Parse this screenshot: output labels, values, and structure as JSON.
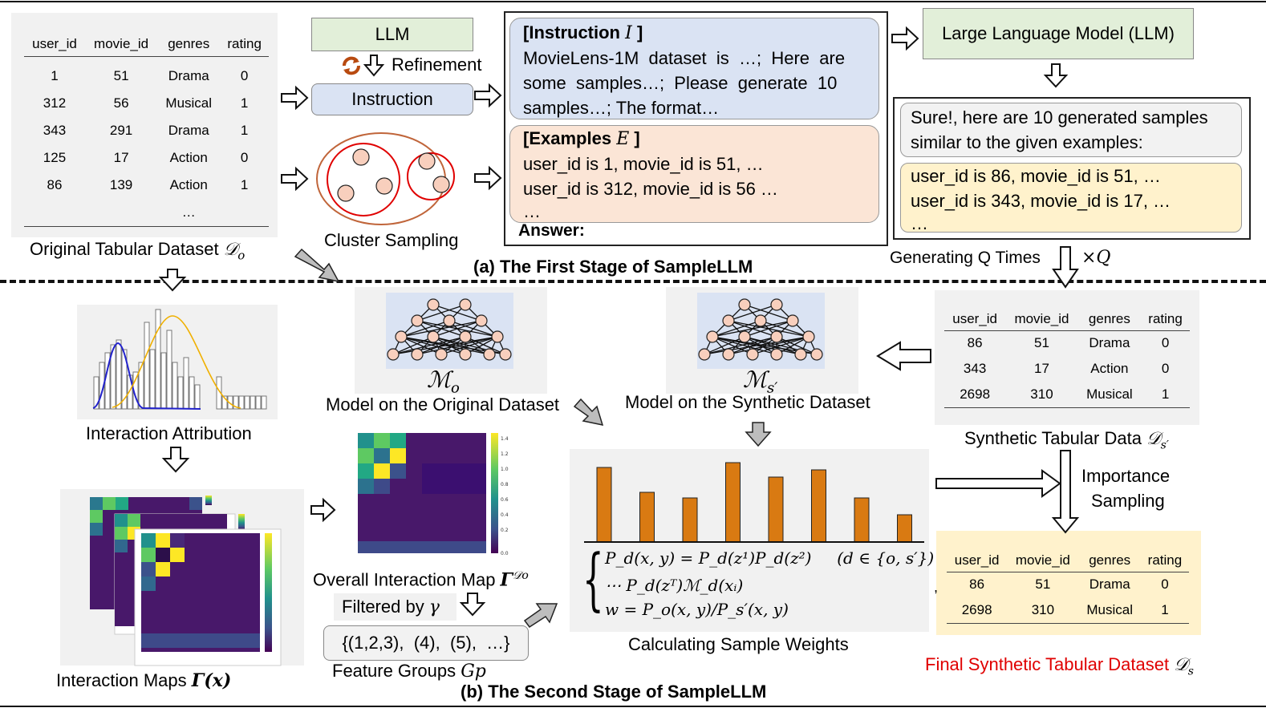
{
  "orig_table": {
    "header": [
      "user_id",
      "movie_id",
      "genres",
      "rating"
    ],
    "rows": [
      [
        "1",
        "51",
        "Drama",
        "0"
      ],
      [
        "312",
        "56",
        "Musical",
        "1"
      ],
      [
        "343",
        "291",
        "Drama",
        "1"
      ],
      [
        "125",
        "17",
        "Action",
        "0"
      ],
      [
        "86",
        "139",
        "Action",
        "1"
      ]
    ],
    "ellipsis": "…"
  },
  "orig_label_text": "Original Tabular Dataset ",
  "orig_label_math": "𝒟",
  "llm1": "LLM",
  "refinement": "Refinement",
  "instruction_box": "Instruction",
  "cluster_sampling": "Cluster Sampling",
  "instr_head": "[Instruction",
  "instr_head_var": "I",
  "instr_head_close": "]",
  "instr_l1": "MovieLens-1M  dataset  is  …;  Here  are",
  "instr_l2": "some  samples…;  Please  generate  10",
  "instr_l3": "samples…; The format…",
  "ex_head": "[Examples",
  "ex_head_var": "E",
  "ex_head_close": "]",
  "ex_l1": "user_id is 1, movie_id is 51, …",
  "ex_l2": "user_id is 312, movie_id is 56 …",
  "ex_l3": "…",
  "answer": "Answer:",
  "llm2": "Large Language Model (LLM)",
  "resp_l1": "Sure!, here are 10 generated samples",
  "resp_l2": "similar to the given examples:",
  "gen_l1": "user_id is 86, movie_id is 51, …",
  "gen_l2": "user_id is 343, movie_id is 17, …",
  "gen_l3": "…",
  "gen_q_text": "Generating Q Times",
  "gen_q_math": "×Q",
  "stage1": "(a) The First Stage of SampleLLM",
  "stage2": "(b) The Second Stage of SampleLLM",
  "interaction_attr": "Interaction Attribution",
  "interaction_maps_text": "Interaction Maps ",
  "interaction_maps_math": "Γ(x)",
  "mo": "ℳ",
  "model_orig": "Model on the Original Dataset",
  "model_syn": "Model on the Synthetic Dataset",
  "overall_text": "Overall Interaction Map ",
  "overall_math": "Γ",
  "filtered_text": "Filtered by ",
  "filtered_math": "γ",
  "feature_groups_box": "{(1,2,3),  (4),  (5),  …}",
  "feature_groups_text": "Feature Groups ",
  "feature_groups_math": "Gp",
  "calc_weights": "Calculating Sample Weights",
  "eq1": "P_d(x, y) = P_d(z¹)P_d(z²)     (d ∈ {o, s′})",
  "eq2": "⋯ P_d(zᵀ)ℳ_d(xᵢ)",
  "eq3": "w = P_o(x, y)/P_s′(x, y)",
  "syn_table": {
    "header": [
      "user_id",
      "movie_id",
      "genres",
      "rating"
    ],
    "rows": [
      [
        "86",
        "51",
        "Drama",
        "0"
      ],
      [
        "343",
        "17",
        "Action",
        "0"
      ],
      [
        "2698",
        "310",
        "Musical",
        "1"
      ]
    ]
  },
  "syn_label_text": "Synthetic Tabular Data ",
  "syn_label_math": "𝒟",
  "importance1": "Importance",
  "importance2": "Sampling",
  "final_table": {
    "header": [
      "user_id",
      "movie_id",
      "genres",
      "rating"
    ],
    "rows": [
      [
        "86",
        "51",
        "Drama",
        "0"
      ],
      [
        "2698",
        "310",
        "Musical",
        "1"
      ]
    ]
  },
  "final_label_text": "Final Synthetic Tabular Dataset ",
  "final_label_math": "𝒟",
  "colorbar_ticks": [
    "1.4",
    "1.2",
    "1.0",
    "0.8",
    "0.6",
    "0.4",
    "0.2",
    "0.0"
  ],
  "colors": {
    "llm_green": "#e2efd9",
    "instr_blue": "#dae3f3",
    "ex_pink": "#fbe5d6",
    "gen_yellow": "#fff2cc",
    "bar_orange": "#d97a12",
    "final_red": "#e00000",
    "neuron": "#f8cfbd"
  },
  "bars": {
    "values": [
      0.93,
      0.62,
      0.55,
      0.99,
      0.81,
      0.9,
      0.55,
      0.34
    ]
  }
}
